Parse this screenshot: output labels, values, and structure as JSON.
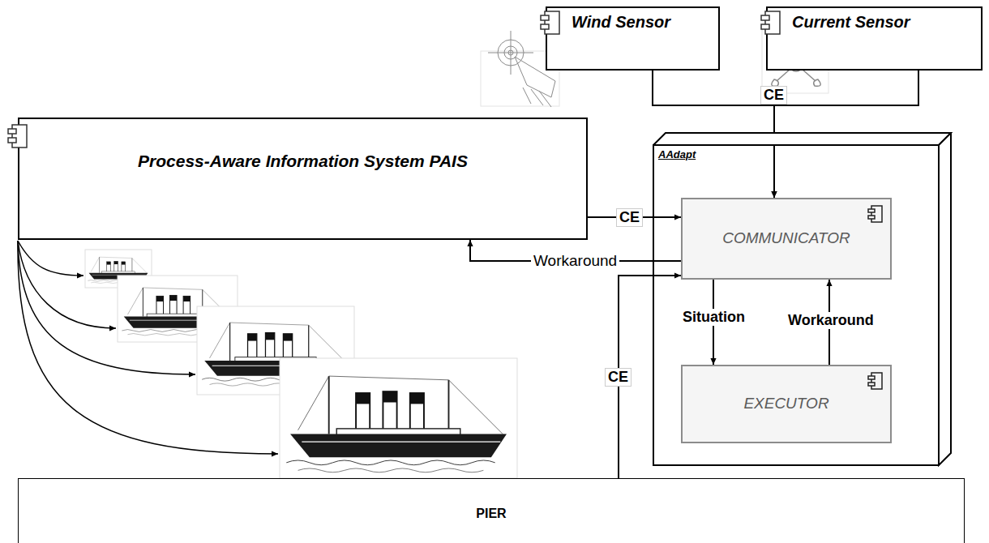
{
  "diagram": {
    "nodes": [
      {
        "text": [
          "Wind Sensor"
        ]
      },
      {
        "text": [
          "Current Sensor"
        ]
      },
      {
        "text": [
          "Process-Aware Information System PAIS"
        ]
      },
      {
        "text": [
          "AAdapt"
        ]
      },
      {
        "text": [
          "COMMUNICATOR"
        ],
        "in": 3
      },
      {
        "text": [
          "EXECUTOR"
        ],
        "in": 3
      },
      {
        "text": [
          "PIER"
        ]
      }
    ],
    "edges": [
      {
        "from": 0,
        "to": 4,
        "label": "CE",
        "arrow": "to"
      },
      {
        "from": 1,
        "to": 4,
        "arrow": "to"
      },
      {
        "from": 2,
        "to": 4,
        "label": "CE",
        "arrow": "to"
      },
      {
        "from": 4,
        "to": 2,
        "label": "Workaround",
        "arrow": "to"
      },
      {
        "from": 6,
        "to": 4,
        "label": "CE",
        "arrow": "to"
      },
      {
        "from": 4,
        "to": 5,
        "label": "Situation",
        "arrow": "to"
      },
      {
        "from": 5,
        "to": 4,
        "label": "Workaround",
        "arrow": "to"
      }
    ]
  }
}
